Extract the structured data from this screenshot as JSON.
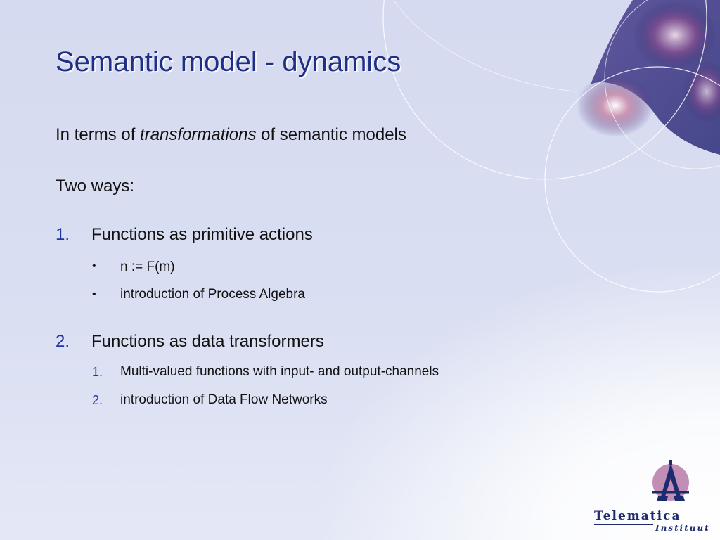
{
  "slide": {
    "title": "Semantic model - dynamics",
    "intro": {
      "before": "In terms of ",
      "emphasis": "transformations",
      "after": " of semantic models"
    },
    "two_ways": "Two ways:",
    "items": [
      {
        "number": "1.",
        "text": "Functions as primitive actions",
        "subitems": [
          {
            "marker": "•",
            "text": "n := F(m)"
          },
          {
            "marker": "•",
            "text": "introduction of Process Algebra"
          }
        ]
      },
      {
        "number": "2.",
        "text": "Functions as data transformers",
        "subitems": [
          {
            "marker": "1.",
            "text": "Multi-valued functions with input- and output-channels"
          },
          {
            "marker": "2.",
            "text": "introduction of Data Flow Networks"
          }
        ]
      }
    ]
  },
  "logo": {
    "name": "Telematica",
    "sub": "Instituut"
  },
  "colors": {
    "title": "#1f2f85",
    "list_number": "#2233a6",
    "body_text": "#111111",
    "background": "#d7dcf0"
  }
}
